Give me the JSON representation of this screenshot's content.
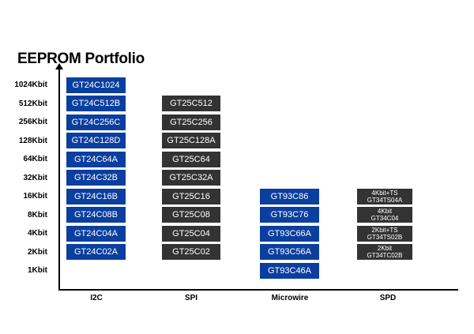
{
  "title": "EEPROM Portfolio",
  "densities": [
    "1024Kbit",
    "512Kbit",
    "256Kbit",
    "128Kbit",
    "64Kbit",
    "32Kbit",
    "16Kbit",
    "8Kbit",
    "4Kbit",
    "2Kbit",
    "1Kbit"
  ],
  "interfaces": [
    "I2C",
    "SPI",
    "Microwire",
    "SPD"
  ],
  "colors": {
    "i2c": "#0b3f9f",
    "microwire": "#0b3f9f",
    "spi": "#333333",
    "spd": "#333333"
  },
  "parts": {
    "i2c": {
      "1024Kbit": "GT24C1024",
      "512Kbit": "GT24C512B",
      "256Kbit": "GT24C256C",
      "128Kbit": "GT24C128D",
      "64Kbit": "GT24C64A",
      "32Kbit": "GT24C32B",
      "16Kbit": "GT24C16B",
      "8Kbit": "GT24C08B",
      "4Kbit": "GT24C04A",
      "2Kbit": "GT24C02A"
    },
    "spi": {
      "512Kbit": "GT25C512",
      "256Kbit": "GT25C256",
      "128Kbit": "GT25C128A",
      "64Kbit": "GT25C64",
      "32Kbit": "GT25C32A",
      "16Kbit": "GT25C16",
      "8Kbit": "GT25C08",
      "4Kbit": "GT25C04",
      "2Kbit": "GT25C02"
    },
    "microwire": {
      "16Kbit": "GT93C86",
      "8Kbit": "GT93C76",
      "4Kbit": "GT93C66A",
      "2Kbit": "GT93C56A",
      "1Kbit": "GT93C46A"
    },
    "spd": {
      "16Kbit": {
        "line1": "4Kbit+TS",
        "line2": "GT34TS04A"
      },
      "8Kbit": {
        "line1": "4Kbit",
        "line2": "GT34C04"
      },
      "4Kbit": {
        "line1": "2Kbit+TS",
        "line2": "GT34TS02B"
      },
      "2Kbit": {
        "line1": "2Kbit",
        "line2": "GT34TC02B"
      }
    }
  }
}
